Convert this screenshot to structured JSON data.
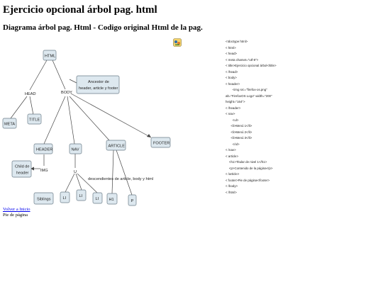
{
  "page": {
    "title": "Ejercicio opcional árbol pag. html",
    "subtitle": "Diagrama árbol pag. Html - Codigo original Html de la pag."
  },
  "diagram": {
    "nodes": {
      "html": "HTML",
      "head": "HEAD",
      "body": "BODY",
      "meta": "META",
      "title": "TITLE",
      "header": "HEADER",
      "nav": "NAV",
      "article": "ARTICLE",
      "footer": "FOOTER",
      "img": "IMG",
      "ul": "U",
      "li1": "LI",
      "li2": "LI",
      "li3": "LI",
      "h1": "H1",
      "p": "P",
      "siblings": "Siblings"
    },
    "notes": {
      "ancestor_line1": "Ancestor de",
      "ancestor_line2": "header, article y footer",
      "child_line1": "Child de",
      "child_line2": "header",
      "descendants": "descendientes de article, body y html"
    }
  },
  "code_lines": [
    "<!doctype html>",
    "< html>",
    "< head>",
    "< meta charset=\"utf-8\">",
    "< title>Ejercicio opcional árbol</title>",
    "< /head>",
    "< body>",
    "< header>",
    "        <img src=\"firefox-os.png\"",
    "alt=\"FirefoxOS Logo\" width=\"200\"",
    "height=\"164\">",
    "< /header>",
    "< nav>",
    "        <ul>",
    "      <li>Menú 1</li>",
    "      <li>Menú 2</li>",
    "      <li>Menú 3</li>",
    "        </ul>",
    "< /nav>",
    "< article>",
    "    <h1>Titular de nivel 1</h1>",
    "    <p>Contenido de la página</p>",
    "< /article>",
    "< footer>Pie de página</footer>",
    "< /body>",
    "< /html>"
  ],
  "links": {
    "back": "Volver a Inicio"
  },
  "footer": {
    "text": "Pie de página"
  },
  "icons": {
    "logo": "firefox-os-logo-icon"
  }
}
